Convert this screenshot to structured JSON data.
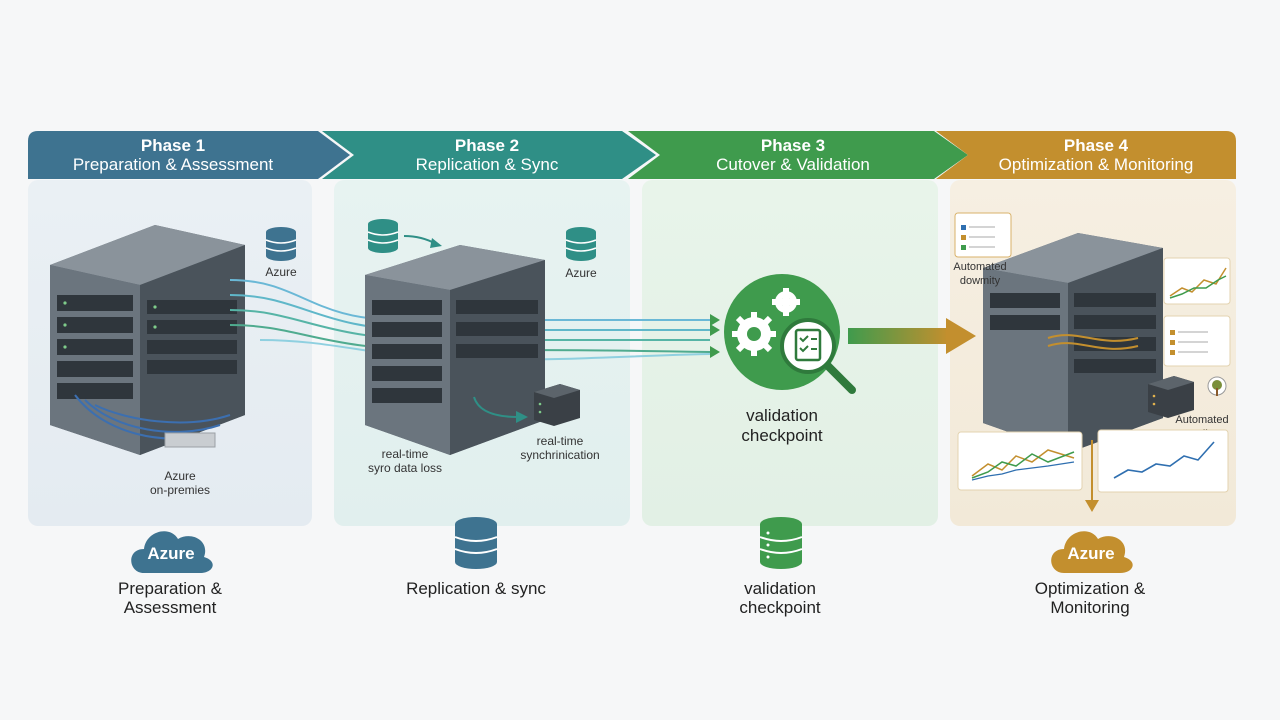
{
  "phases": [
    {
      "phase": "Phase 1",
      "title": "Preparation & Assessment",
      "color": "#3e7390"
    },
    {
      "phase": "Phase 2",
      "title": "Replication & Sync",
      "color": "#2f8f86"
    },
    {
      "phase": "Phase 3",
      "title": "Cutover & Validation",
      "color": "#3f9b4d"
    },
    {
      "phase": "Phase 4",
      "title": "Optimization & Monitoring",
      "color": "#c38f2e"
    }
  ],
  "panel1": {
    "azure_label": "Azure",
    "bottom_label": "Azure\non-premies"
  },
  "panel2": {
    "azure_label": "Azure",
    "label_left": "real-time\nsyro data loss",
    "label_right": "real-time\nsynchrinication"
  },
  "panel3": {
    "validation": "validation\ncheckpoint"
  },
  "panel4": {
    "automated_downtime": "Automated\ndowmity",
    "automated_scaling": "Automated\nScaling"
  },
  "footer": [
    {
      "badge": "Azure",
      "caption": "Preparation &\nAssessment"
    },
    {
      "badge": "",
      "caption": "Replication & sync"
    },
    {
      "badge": "",
      "caption": "validation\ncheckpoint"
    },
    {
      "badge": "Azure",
      "caption": "Optimization &\nMonitoring"
    }
  ]
}
